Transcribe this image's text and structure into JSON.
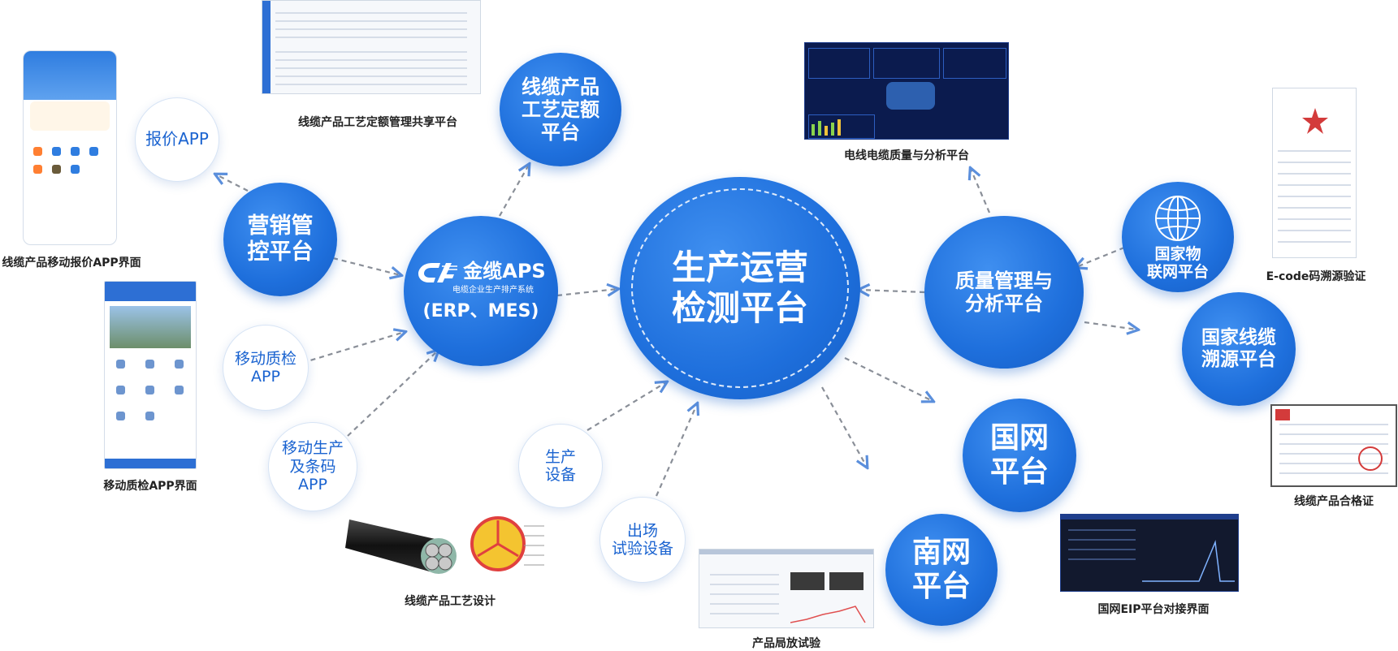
{
  "center": {
    "line1": "生产运营",
    "line2": "检测平台"
  },
  "aps": {
    "brand": "金缆APS",
    "tagline": "电缆企业生产排产系统",
    "sub": "(ERP、MES)"
  },
  "nodes": {
    "marketing": [
      "营销管",
      "控平台"
    ],
    "quote_app": [
      "报价APP"
    ],
    "mobile_qc": [
      "移动质检",
      "APP"
    ],
    "mobile_prod": [
      "移动生产",
      "及条码",
      "APP"
    ],
    "process_quota": [
      "线缆产品",
      "工艺定额",
      "平台"
    ],
    "prod_equipment": [
      "生产",
      "设备"
    ],
    "test_equipment": [
      "出场",
      "试验设备"
    ],
    "quality": [
      "质量管理与",
      "分析平台"
    ],
    "iot": [
      "国家物",
      "联网平台"
    ],
    "trace": [
      "国家线缆",
      "溯源平台"
    ],
    "state_grid": [
      "国网",
      "平台"
    ],
    "south_grid": [
      "南网",
      "平台"
    ]
  },
  "captions": {
    "quota_platform": "线缆产品工艺定额管理共享平台",
    "quote_app_ui": "线缆产品移动报价APP界面",
    "qc_app_ui": "移动质检APP界面",
    "process_design": "线缆产品工艺设计",
    "pd_test": "产品局放试验",
    "quality_analysis": "电线电缆质量与分析平台",
    "ecode": "E-code码溯源验证",
    "certificate": "线缆产品合格证",
    "eip": "国网EIP平台对接界面"
  },
  "colors": {
    "primary": "#1e6fdc",
    "line": "#8a8f98",
    "text_blue": "#1a63d0"
  }
}
